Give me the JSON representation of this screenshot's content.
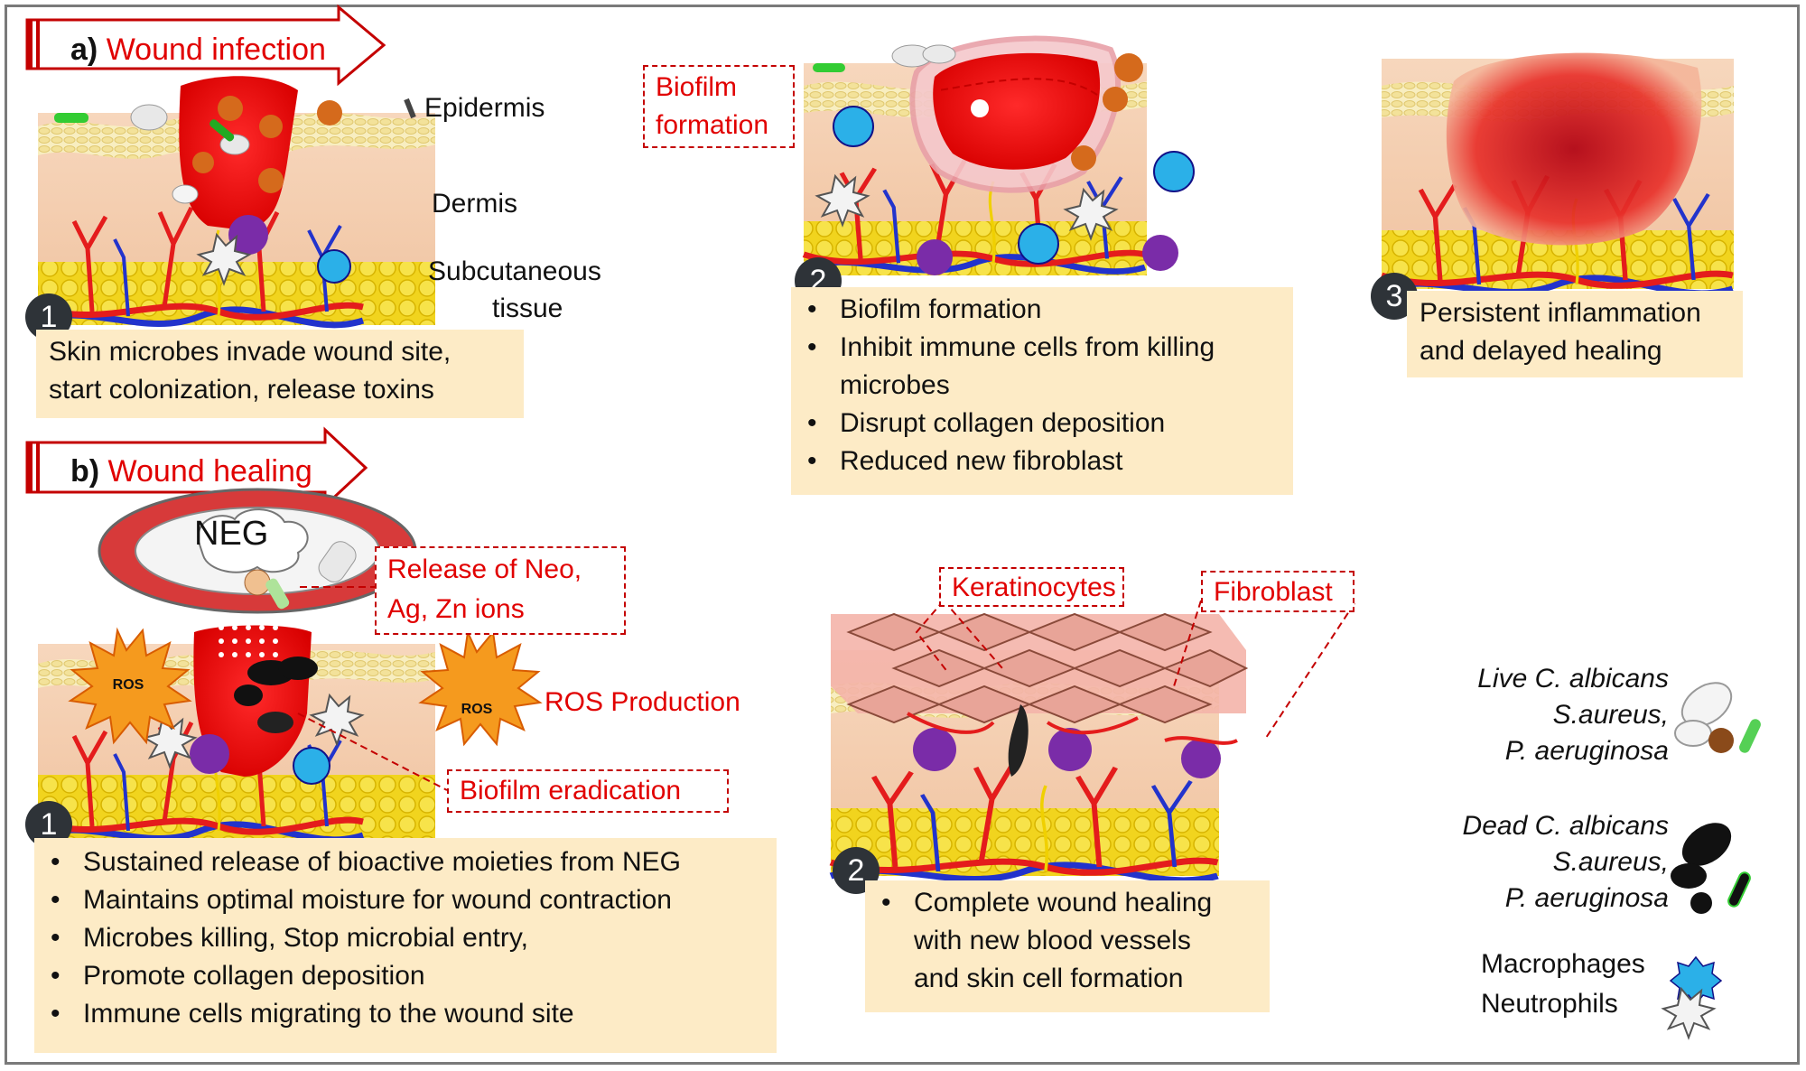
{
  "panel_a": {
    "letter": "a)",
    "title": "Wound infection",
    "layer_labels": [
      "Epidermis",
      "Dermis",
      "Subcutaneous",
      "tissue"
    ],
    "step1": {
      "number": "1",
      "caption": [
        "Skin microbes invade wound site,",
        "start colonization, release toxins"
      ]
    },
    "step2": {
      "number": "2",
      "callout": [
        "Biofilm",
        "formation"
      ],
      "bullets": [
        "Biofilm formation",
        "Inhibit immune cells from killing",
        "microbes",
        "Disrupt collagen deposition",
        "Reduced new fibroblast"
      ]
    },
    "step3": {
      "number": "3",
      "caption": [
        "Persistent inflammation",
        "and delayed healing"
      ]
    }
  },
  "panel_b": {
    "letter": "b)",
    "title": "Wound healing",
    "neg_label": "NEG",
    "ros_label": "ROS",
    "release_callout": [
      "Release of Neo,",
      "Ag, Zn ions"
    ],
    "ros_callout": "ROS Production",
    "biofilm_callout": "Biofilm eradication",
    "step1": {
      "number": "1",
      "bullets": [
        "Sustained release of bioactive moieties from NEG",
        "Maintains optimal moisture for wound contraction",
        "Microbes killing, Stop microbial entry,",
        "Promote collagen deposition",
        "Immune cells migrating to the wound site"
      ]
    },
    "step2": {
      "number": "2",
      "keratinocytes": "Keratinocytes",
      "fibroblast": "Fibroblast",
      "bullets": [
        "Complete wound healing",
        "with new blood vessels",
        "and skin cell formation"
      ]
    }
  },
  "legend": {
    "live": [
      "Live C. albicans",
      "S.aureus,",
      "P. aeruginosa"
    ],
    "dead": [
      "Dead C. albicans",
      "S.aureus,",
      "P. aeruginosa"
    ],
    "immune": [
      "Macrophages",
      "Neutrophils"
    ]
  },
  "colors": {
    "accent_red": "#e10000",
    "caption_bg": "#fdebc6",
    "skin": "#f2c9a6",
    "fat": "#efd21c",
    "vessel_red": "#e41c1c",
    "vessel_blue": "#2233cc"
  }
}
